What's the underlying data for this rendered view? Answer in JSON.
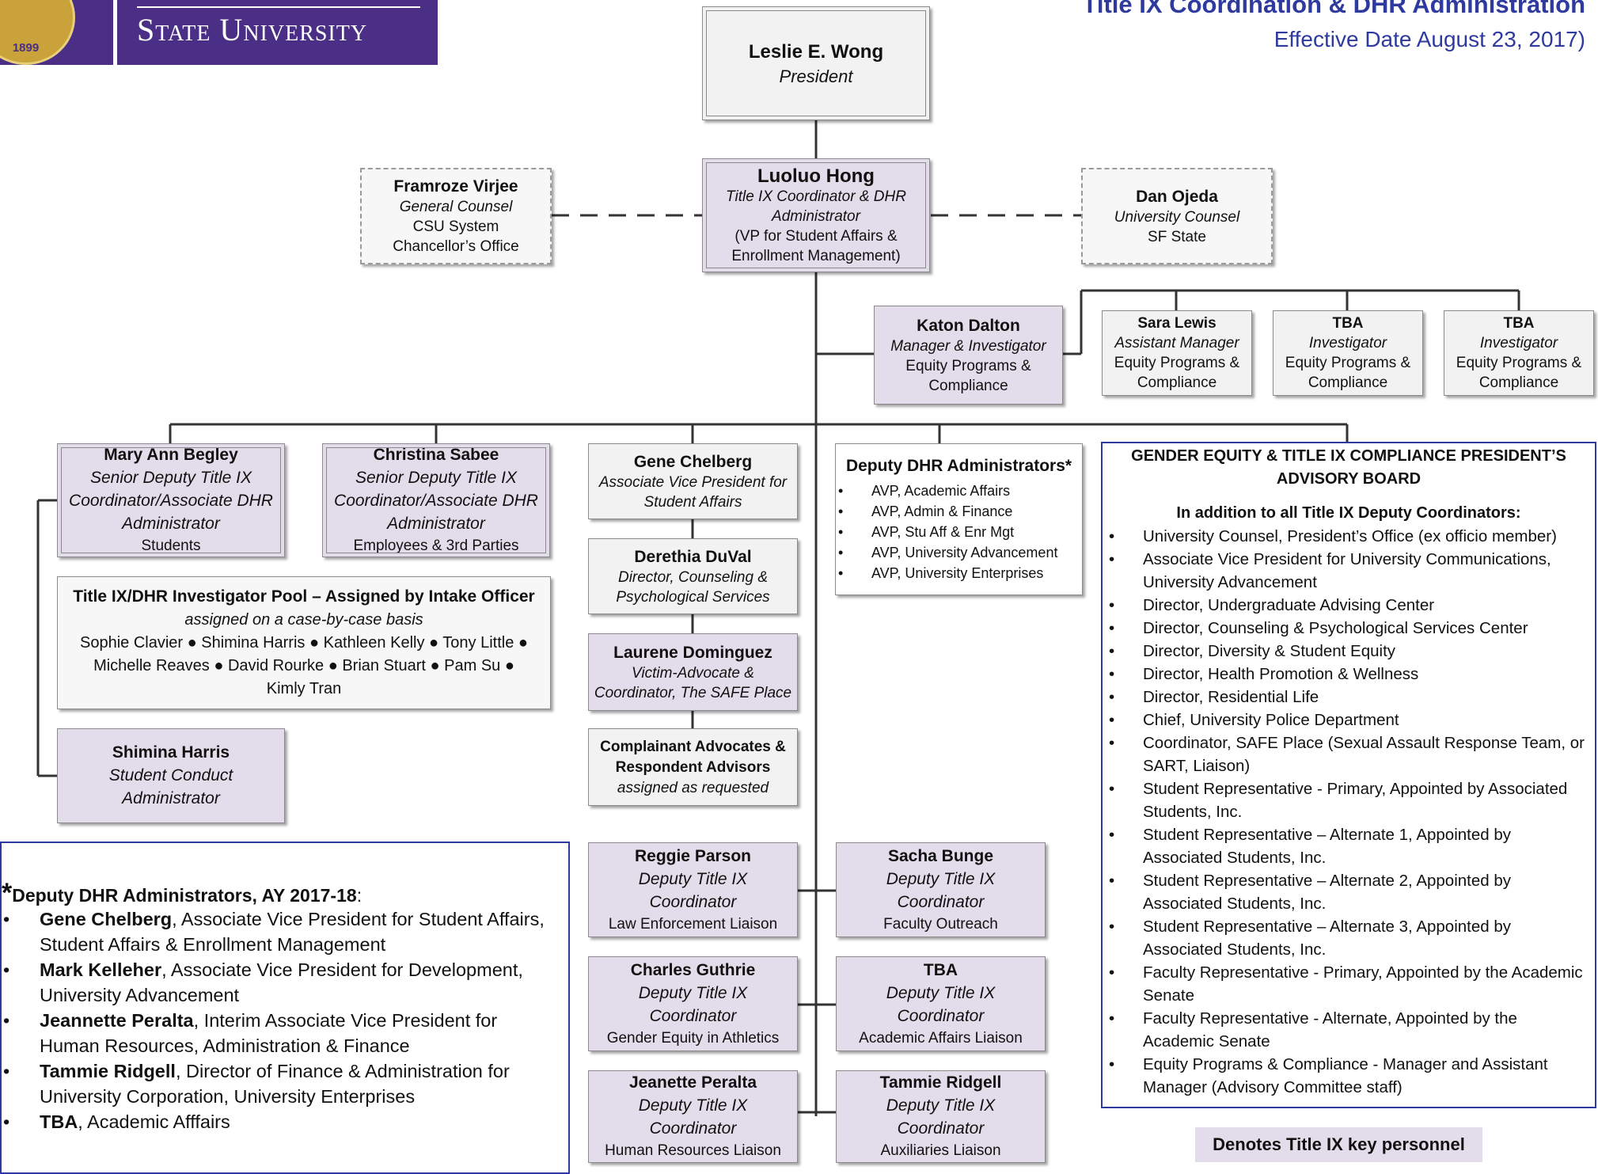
{
  "header": {
    "logo_text": "State University",
    "seal_text": "1899",
    "title": "Title IX Coordination & DHR Administration",
    "effective": "Effective Date August 23, 2017)"
  },
  "colors": {
    "accent": "#2e3a9e",
    "brand": "#4b2f86",
    "key_personnel": "#e3dcea",
    "box": "#f2f2f2"
  },
  "president": {
    "name": "Leslie E. Wong",
    "title": "President"
  },
  "coordinator": {
    "name": "Luoluo Hong",
    "t1": "Title IX Coordinator & DHR",
    "t2": "Administrator",
    "t3": "(VP for Student Affairs &",
    "t4": "Enrollment Management)"
  },
  "general_counsel": {
    "name": "Framroze Virjee",
    "title": "General Counsel",
    "l1": "CSU System",
    "l2": "Chancellor’s Office"
  },
  "univ_counsel": {
    "name": "Dan Ojeda",
    "title": "University Counsel",
    "l1": "SF State"
  },
  "katon": {
    "name": "Katon Dalton",
    "title": "Manager & Investigator",
    "l1": "Equity Programs &",
    "l2": "Compliance"
  },
  "sara": {
    "name": "Sara Lewis",
    "title": "Assistant Manager",
    "l1": "Equity Programs &",
    "l2": "Compliance"
  },
  "tba1": {
    "name": "TBA",
    "title": "Investigator",
    "l1": "Equity Programs &",
    "l2": "Compliance"
  },
  "tba2": {
    "name": "TBA",
    "title": "Investigator",
    "l1": "Equity Programs &",
    "l2": "Compliance"
  },
  "begley": {
    "name": "Mary Ann Begley",
    "t1": "Senior Deputy Title IX",
    "t2": "Coordinator/Associate DHR",
    "t3": "Administrator",
    "l1": "Students"
  },
  "sabee": {
    "name": "Christina Sabee",
    "t1": "Senior Deputy Title IX",
    "t2": "Coordinator/Associate DHR",
    "t3": "Administrator",
    "l1": "Employees & 3rd Parties"
  },
  "chelberg": {
    "name": "Gene Chelberg",
    "t1": "Associate Vice President for",
    "t2": "Student Affairs"
  },
  "duval": {
    "name": "Derethia DuVal",
    "t1": "Director, Counseling &",
    "t2": "Psychological Services"
  },
  "dominguez": {
    "name": "Laurene Dominguez",
    "t1": "Victim-Advocate &",
    "t2": "Coordinator, The SAFE Place"
  },
  "advocates": {
    "n1": "Complainant Advocates &",
    "n2": "Respondent Advisors",
    "t1": "assigned as requested"
  },
  "pool": {
    "title": "Title IX/DHR Investigator Pool – Assigned by Intake Officer",
    "sub": "assigned on a case-by-case basis",
    "names1": "Sophie Clavier ● Shimina Harris ●  Kathleen Kelly ● Tony Little ●",
    "names2": "Michelle Reaves ● David Rourke ● Brian Stuart ● Pam Su ●",
    "names3": "Kimly Tran"
  },
  "harris": {
    "name": "Shimina Harris",
    "t1": "Student Conduct",
    "t2": "Administrator"
  },
  "deputy_dhr": {
    "title": "Deputy DHR Administrators*",
    "items": [
      "AVP, Academic Affairs",
      "AVP, Admin & Finance",
      "AVP, Stu Aff & Enr Mgt",
      "AVP, University Advancement",
      "AVP, University Enterprises"
    ]
  },
  "board": {
    "title1": "GENDER EQUITY & TITLE IX COMPLIANCE PRESIDENT’S",
    "title2": "ADVISORY BOARD",
    "subtitle": "In addition to all Title IX Deputy Coordinators:",
    "items": [
      "University Counsel, President’s Office (ex officio member)",
      "Associate Vice President for University Communications, University Advancement",
      "Director, Undergraduate Advising Center",
      "Director, Counseling & Psychological Services Center",
      "Director, Diversity & Student Equity",
      "Director, Health Promotion & Wellness",
      "Director, Residential Life",
      "Chief, University Police Department",
      "Coordinator, SAFE Place (Sexual Assault Response Team, or SART, Liaison)",
      "Student Representative - Primary, Appointed by Associated Students, Inc.",
      "Student Representative – Alternate 1, Appointed by Associated Students, Inc.",
      "Student Representative – Alternate 2, Appointed by Associated Students, Inc.",
      "Student Representative – Alternate 3, Appointed by Associated Students, Inc.",
      "Faculty Representative - Primary, Appointed by the Academic Senate",
      "Faculty Representative - Alternate, Appointed by the Academic Senate",
      "Equity Programs & Compliance - Manager and Assistant Manager (Advisory Committee staff)"
    ]
  },
  "deputies": [
    {
      "name": "Reggie Parson",
      "t1": "Deputy Title IX",
      "t2": "Coordinator",
      "l1": "Law Enforcement Liaison"
    },
    {
      "name": "Sacha Bunge",
      "t1": "Deputy Title IX",
      "t2": "Coordinator",
      "l1": "Faculty Outreach"
    },
    {
      "name": "Charles Guthrie",
      "t1": "Deputy Title IX",
      "t2": "Coordinator",
      "l1": "Gender Equity in Athletics"
    },
    {
      "name": "TBA",
      "t1": "Deputy Title IX",
      "t2": "Coordinator",
      "l1": "Academic Affairs Liaison"
    },
    {
      "name": "Jeanette Peralta",
      "t1": "Deputy Title IX",
      "t2": "Coordinator",
      "l1": "Human Resources Liaison"
    },
    {
      "name": "Tammie Ridgell",
      "t1": "Deputy Title IX",
      "t2": "Coordinator",
      "l1": "Auxiliaries Liaison"
    }
  ],
  "note": {
    "star": "*",
    "title": "Deputy DHR Administrators, AY 2017-18",
    "colon": ":",
    "items": [
      {
        "name": "Gene Chelberg",
        "rest": ", Associate Vice President for Student Affairs, Student Affairs & Enrollment Management"
      },
      {
        "name": "Mark Kelleher",
        "rest": ", Associate Vice President for Development, University Advancement"
      },
      {
        "name": "Jeannette Peralta",
        "rest": ", Interim Associate Vice President for Human Resources, Administration & Finance"
      },
      {
        "name": "Tammie Ridgell",
        "rest": ", Director of Finance & Administration for University Corporation, University Enterprises"
      },
      {
        "name": "TBA",
        "rest": ", Academic Afffairs"
      }
    ]
  },
  "legend": {
    "key": "Denotes Title IX key personnel"
  }
}
